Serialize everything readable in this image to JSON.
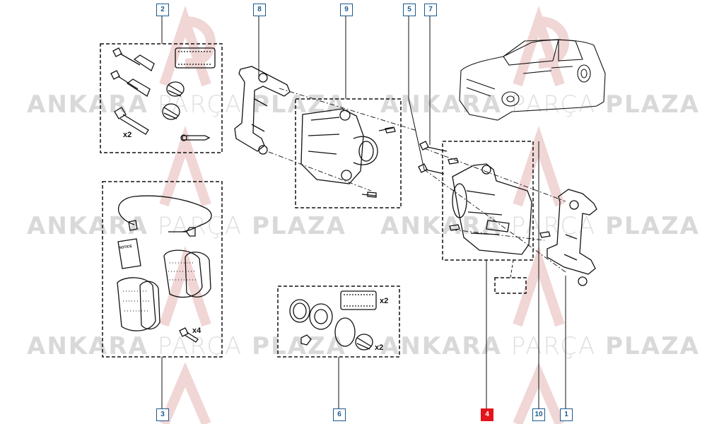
{
  "watermark": {
    "brand_a": "ANKARA",
    "brand_b": "PARÇA",
    "brand_c": "PLAZA"
  },
  "callouts": [
    {
      "id": "c2",
      "label": "2",
      "active": false
    },
    {
      "id": "c8",
      "label": "8",
      "active": false
    },
    {
      "id": "c9",
      "label": "9",
      "active": false
    },
    {
      "id": "c5",
      "label": "5",
      "active": false
    },
    {
      "id": "c7",
      "label": "7",
      "active": false
    },
    {
      "id": "c3",
      "label": "3",
      "active": false
    },
    {
      "id": "c6",
      "label": "6",
      "active": false
    },
    {
      "id": "c4",
      "label": "4",
      "active": true
    },
    {
      "id": "c10",
      "label": "10",
      "active": false
    },
    {
      "id": "c1",
      "label": "1",
      "active": false
    }
  ],
  "quantities": {
    "guide_pins": "x2",
    "pad_bolts": "x4",
    "grease_seal_kit": "x2",
    "boots": "x2"
  },
  "notice_label": "NOTICE",
  "colors": {
    "callout_border": "#1c5a8e",
    "callout_active": "#e3141c",
    "line": "#111111",
    "watermark": "#d9d9d9"
  }
}
